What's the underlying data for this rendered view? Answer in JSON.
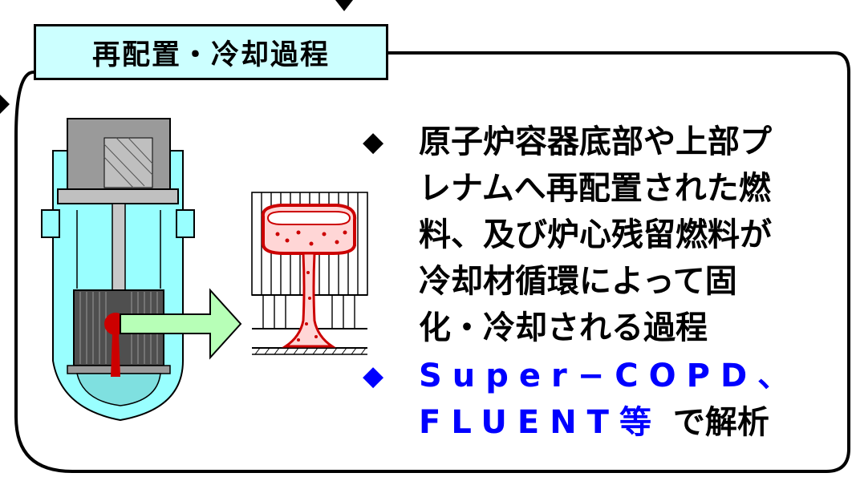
{
  "title": "再配置・冷却過程",
  "bullets": [
    {
      "marker": "◆",
      "lines": [
        "原子炉容器底部や上部プ",
        "レナムへ再配置された燃",
        "料、及び炉心残留燃料が",
        "冷却材循環によって固",
        "化・冷却される過程"
      ]
    },
    {
      "marker": "◆",
      "line1": "Super−COPD、",
      "line2_blue": "FLUENT等",
      "line2_black": " で解析"
    }
  ],
  "colors": {
    "title_bg": "#ccffff",
    "coolant": "#99ffff",
    "steel": "#808080",
    "fuel": "#cc0000",
    "arrow": "#b7ffb7",
    "blue_text": "#0000ff"
  },
  "icons": {
    "diamond_bullet": "black-diamond",
    "arrow": "right-block-arrow"
  }
}
